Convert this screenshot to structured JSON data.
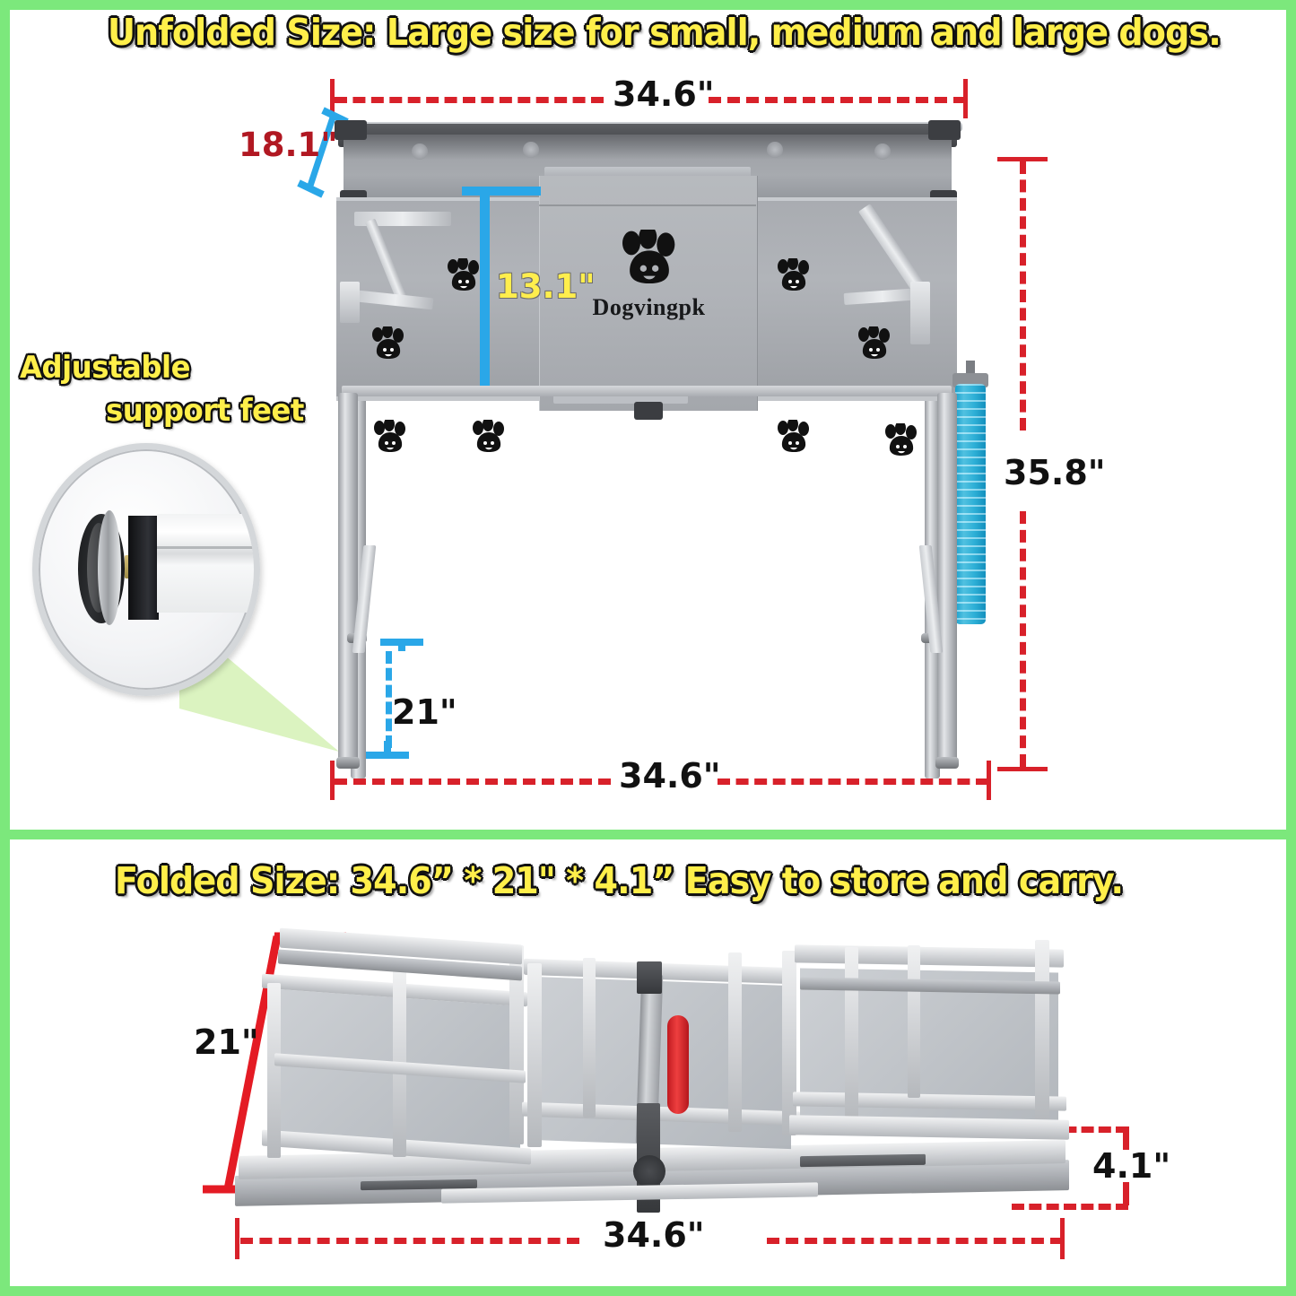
{
  "panels": {
    "top": {
      "title": "Unfolded Size: Large size for small, medium and large dogs.",
      "feature_label_line1": "Adjustable",
      "feature_label_line2": "support feet",
      "brand": "Dogvingpk",
      "dimensions": {
        "top_width": "34.6\"",
        "depth": "18.1\"",
        "tub_height": "13.1\"",
        "total_height": "35.8\"",
        "leg_span": "21\"",
        "bottom_width": "34.6\""
      }
    },
    "bottom": {
      "title": "Folded Size: 34.6” * 21\" * 4.1”   Easy to store and carry.",
      "dimensions": {
        "depth": "21\"",
        "thickness": "4.1\"",
        "width": "34.6\""
      }
    }
  },
  "colors": {
    "frame_green": "#7ce87c",
    "headline_yellow": "#ffef4a",
    "headline_outline": "#111111",
    "dim_red": "#d8212a",
    "dim_red_dark": "#b11822",
    "dim_blue": "#2aa7e8",
    "dim_black": "#111111",
    "hose_blue": "#31bbe4",
    "valve_red": "#ee3f3f",
    "metal_grey": "#b0b3b8"
  },
  "icons": {
    "paw": "paw-print-icon",
    "circle_inset": "detail-magnifier-icon"
  }
}
